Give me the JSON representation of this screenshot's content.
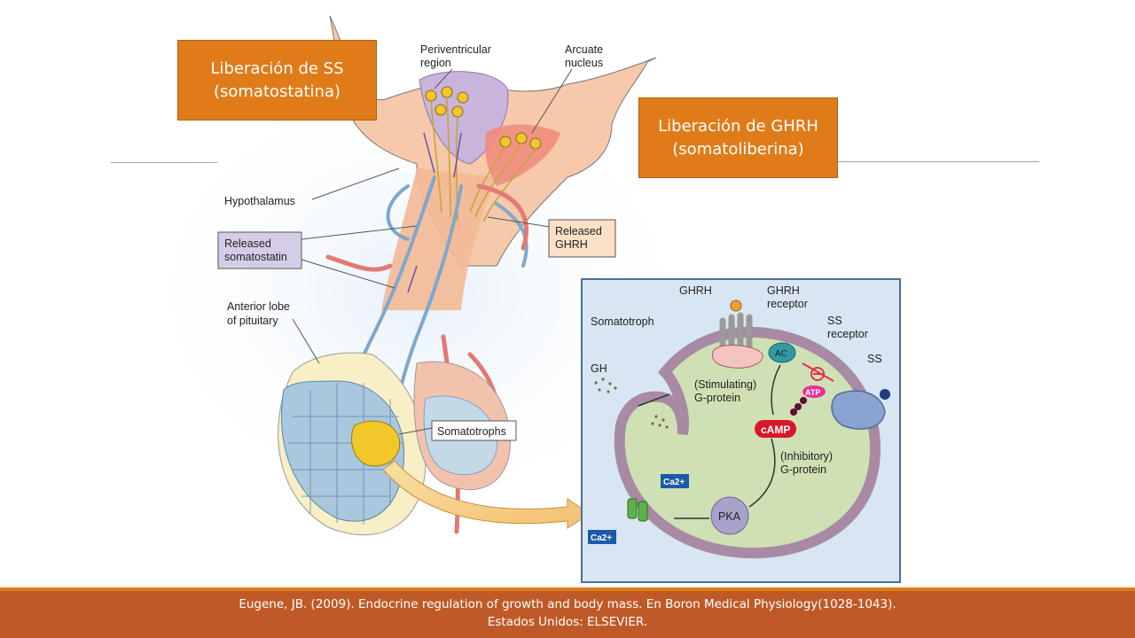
{
  "callouts": {
    "ss": {
      "line1": "Liberación de SS",
      "line2": "(somatostatina)"
    },
    "ghrh": {
      "line1": "Liberación de GHRH",
      "line2": "(somatoliberina)"
    }
  },
  "labels": {
    "periventricular": [
      "Periventricular",
      "region"
    ],
    "arcuate": [
      "Arcuate",
      "nucleus"
    ],
    "hypothalamus": "Hypothalamus",
    "released_somatostatin": [
      "Released",
      "somatostatin"
    ],
    "released_ghrh": [
      "Released",
      "GHRH"
    ],
    "anterior_lobe": [
      "Anterior lobe",
      "of pituitary"
    ],
    "somatotrophs": "Somatotrophs",
    "ghrh": "GHRH",
    "ghrh_receptor": [
      "GHRH",
      "receptor"
    ],
    "somatotroph": "Somatotroph",
    "ss_receptor": [
      "SS",
      "receptor"
    ],
    "ss": "SS",
    "gh": "GH",
    "ac": "AC",
    "atp": "ATP",
    "stimulating": [
      "(Stimulating)",
      "G-protein"
    ],
    "camp": "cAMP",
    "inhibitory": [
      "(Inhibitory)",
      "G-protein"
    ],
    "pka": "PKA",
    "ca_in": "Ca2+",
    "ca_out": "Ca2+"
  },
  "colors": {
    "callout_bg": "#e07b1a",
    "footer_bg": "#bf5a28",
    "inset_bg": "#d7e6f2",
    "cell_fill": "#cfe0b4",
    "membrane": "#a88aa4"
  },
  "footer": {
    "line1": "Eugene, JB. (2009). Endocrine regulation of growth and body mass. En Boron Medical Physiology(1028-1043).",
    "line2": "Estados Unidos: ELSEVIER."
  }
}
